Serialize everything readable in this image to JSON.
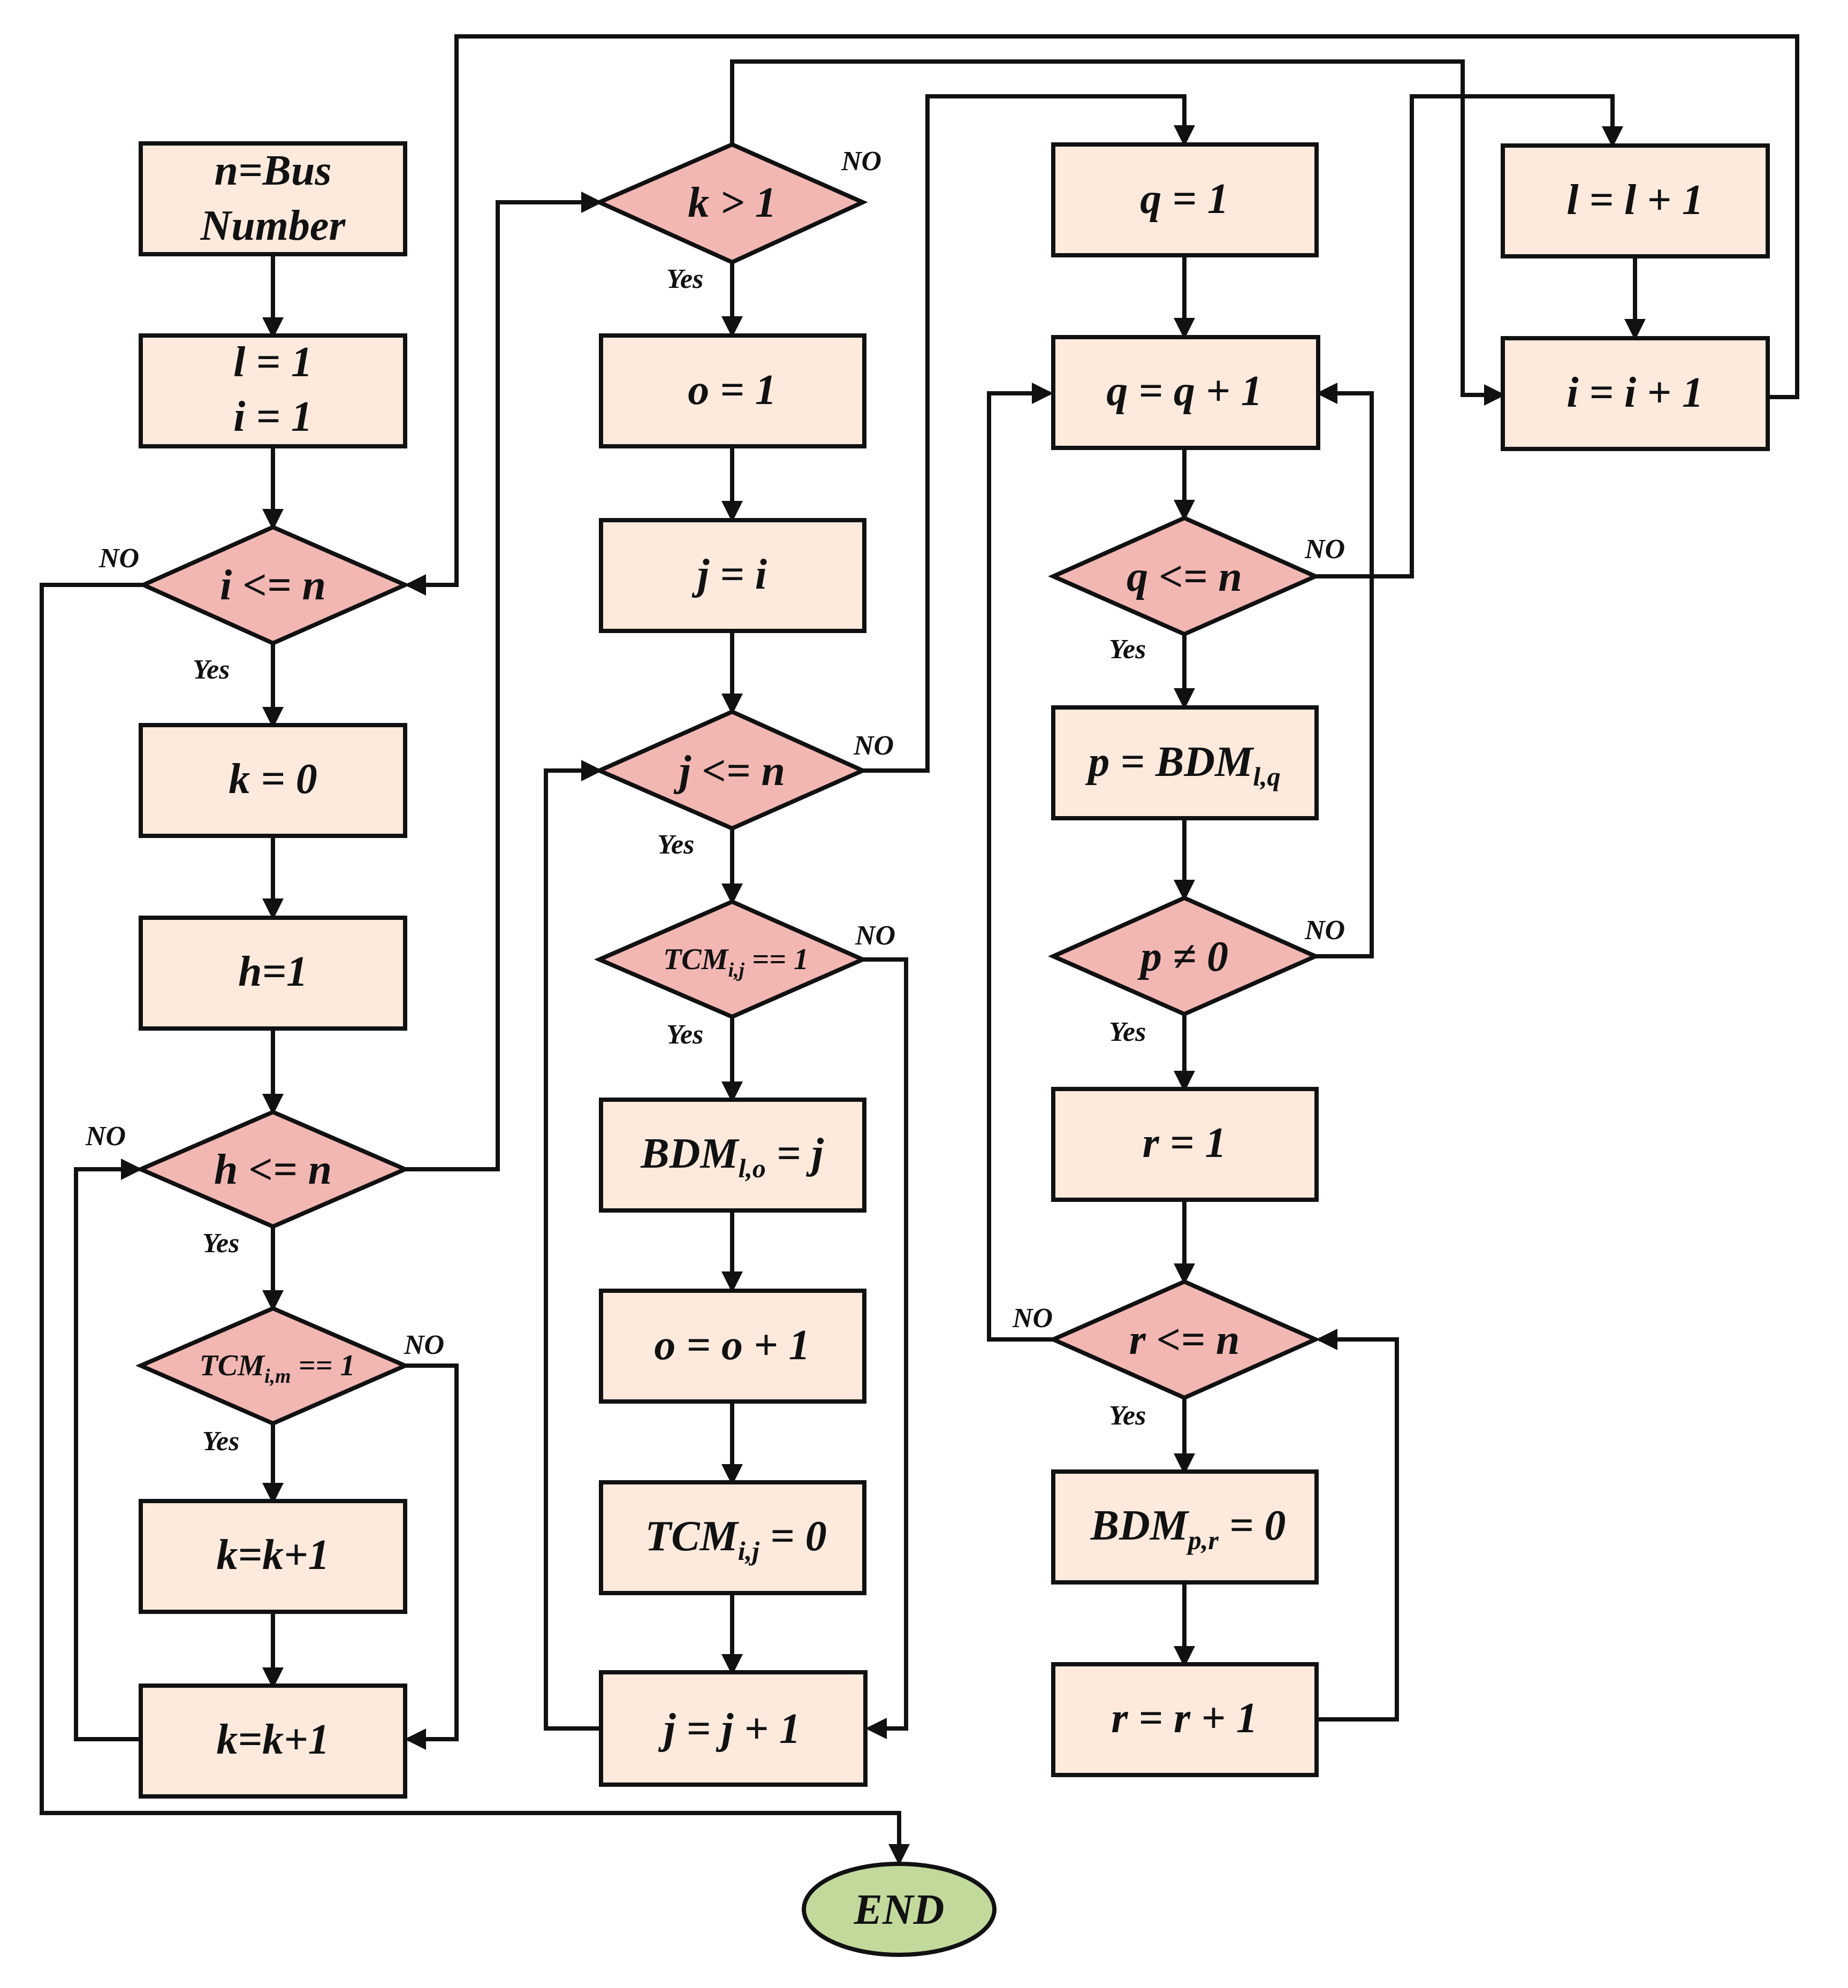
{
  "nodes": {
    "n_bus": {
      "line1": "n=Bus",
      "line2": "Number"
    },
    "init_li": {
      "line1": "l = 1",
      "line2": "i = 1"
    },
    "dec_i": {
      "text": "i <= n"
    },
    "k0": {
      "text": "k = 0"
    },
    "h1": {
      "text": "h=1"
    },
    "dec_h": {
      "text": "h <= n"
    },
    "dec_tcm_im": {
      "base": "TCM",
      "sub": "i,m",
      "rest": " == 1"
    },
    "k_inc_a": {
      "text": "k=k+1"
    },
    "k_inc_b": {
      "text": "k=k+1"
    },
    "dec_k": {
      "text": "k > 1"
    },
    "o1": {
      "text": "o = 1"
    },
    "j_i": {
      "text": "j = i"
    },
    "dec_j": {
      "text": "j <= n"
    },
    "dec_tcm_ij": {
      "base": "TCM",
      "sub": "i,j",
      "rest": " == 1"
    },
    "bdm_lo": {
      "base": "BDM",
      "sub": "l,o",
      "rest": " = j"
    },
    "o_inc": {
      "text": "o = o + 1"
    },
    "tcm_ij_0": {
      "base": "TCM",
      "sub": "i,j",
      "rest": " = 0"
    },
    "j_inc": {
      "text": "j = j + 1"
    },
    "q1": {
      "text": "q =  1"
    },
    "q_inc": {
      "text": "q  = q + 1"
    },
    "dec_q": {
      "text": "q <= n"
    },
    "p_bdm": {
      "base": "p = BDM",
      "sub": "l,q",
      "rest": ""
    },
    "dec_p": {
      "text": "p ≠ 0"
    },
    "r1": {
      "text": "r =  1"
    },
    "dec_r": {
      "text": "r <= n"
    },
    "bdm_pr": {
      "base": "BDM",
      "sub": "p,r",
      "rest": " = 0"
    },
    "r_inc": {
      "text": "r = r + 1"
    },
    "l_inc": {
      "text": "l = l + 1"
    },
    "i_inc": {
      "text": "i = i + 1"
    },
    "end": {
      "text": "END"
    }
  },
  "labels": {
    "yes": "Yes",
    "no": "NO"
  },
  "colors": {
    "process_fill": "#fdeadd",
    "decision_fill": "#f2b7b3",
    "terminal_fill": "#c2d99c",
    "stroke": "#111111"
  }
}
